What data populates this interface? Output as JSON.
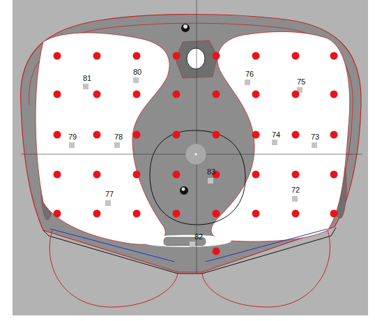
{
  "diagram": {
    "labels": [
      "81",
      "80",
      "76",
      "75",
      "79",
      "78",
      "74",
      "73",
      "83",
      "77",
      "72",
      "82"
    ]
  }
}
